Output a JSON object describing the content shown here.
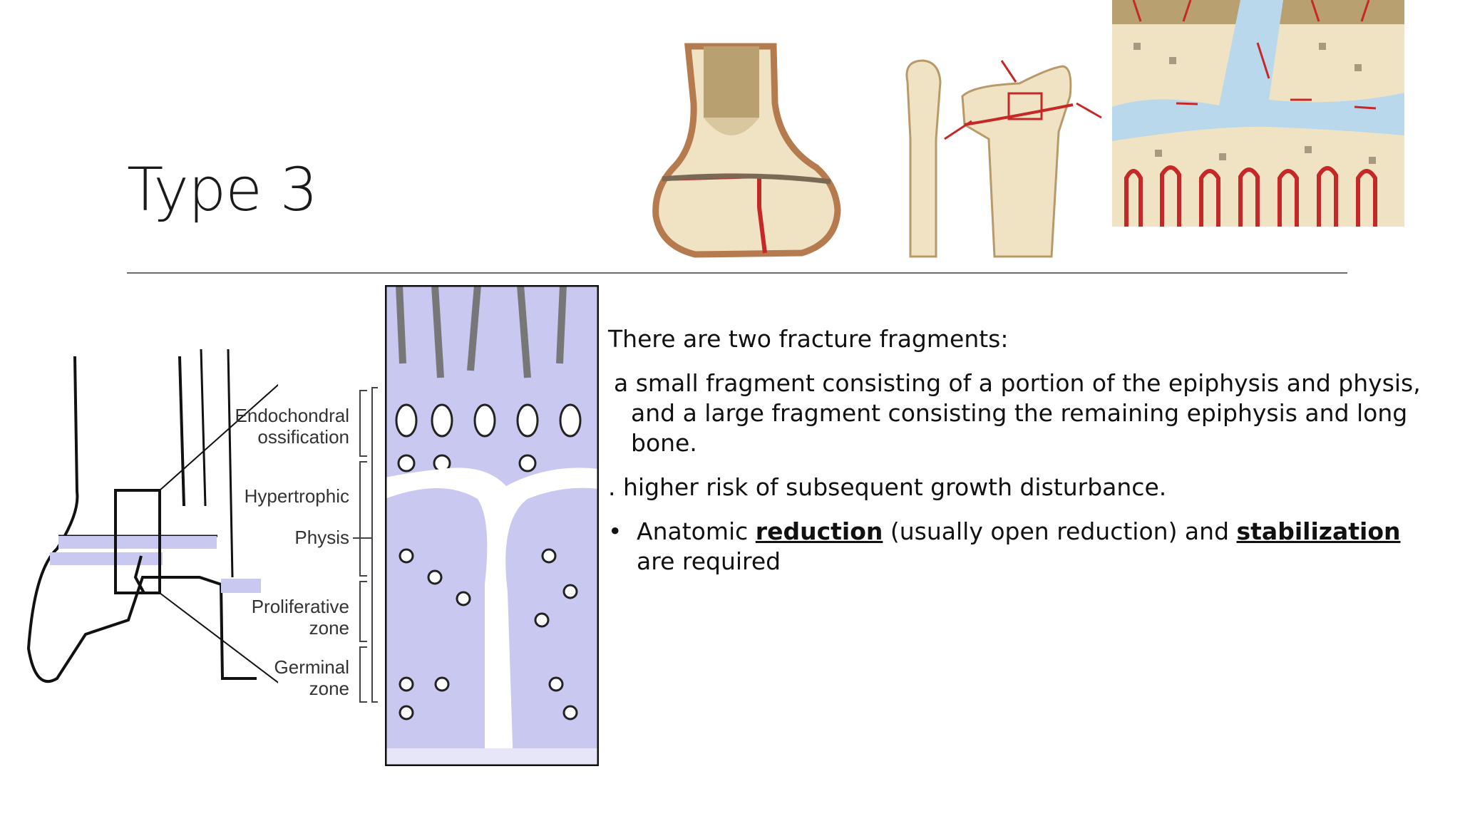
{
  "slide": {
    "title": "Type 3",
    "paragraphs": {
      "p1": "There are two fracture fragments:",
      "p2": "a small fragment consisting of a  portion of the epiphysis and physis, and a large fragment consisting the remaining epiphysis and long bone.",
      "p3": ". higher risk of subsequent growth disturbance."
    },
    "bullet": {
      "marker": "•",
      "before": "Anatomic ",
      "term1": "reduction",
      "middle": " (usually open reduction) and ",
      "term2": "stabilization",
      "after": " are required"
    }
  },
  "diagram_labels": {
    "endochondral_1": "Endochondral",
    "endochondral_2": "ossification",
    "hypertrophic": "Hypertrophic",
    "physis": "Physis",
    "proliferative_1": "Proliferative",
    "proliferative_2": "zone",
    "germinal_1": "Germinal",
    "germinal_2": "zone"
  },
  "colors": {
    "bone": "#efe3c4",
    "bone_edge": "#b57a4e",
    "fracture_red": "#c62828",
    "cartilage_blue": "#c8c8f0",
    "growth_blue": "#b9d8ec"
  }
}
